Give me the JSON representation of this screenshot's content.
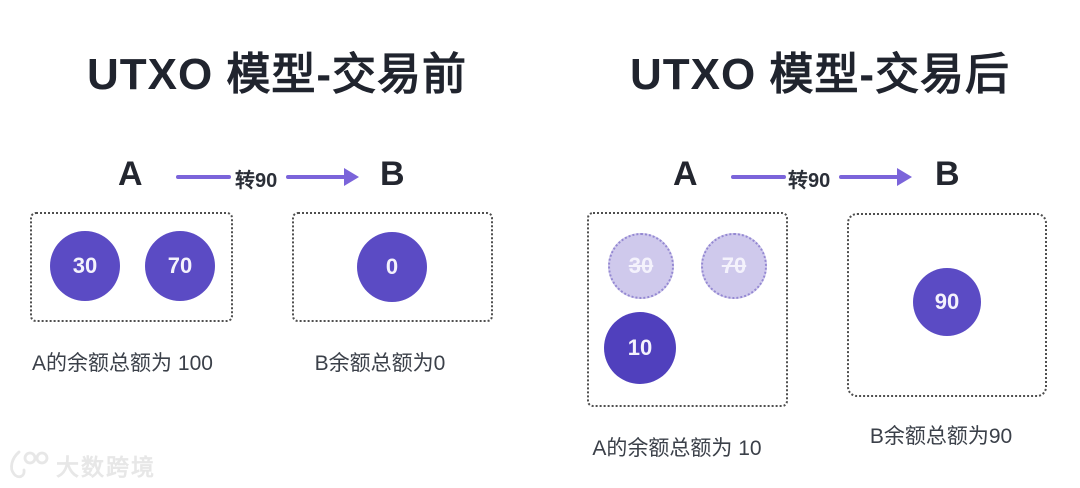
{
  "panels": [
    {
      "title": "UTXO 模型-交易前",
      "from_label": "A",
      "to_label": "B",
      "transfer_label": "转90",
      "from_caption": "A的余额总额为 100",
      "to_caption": "B余额总额为0",
      "from_utxos": [
        {
          "value": "30",
          "state": "unspent"
        },
        {
          "value": "70",
          "state": "unspent"
        }
      ],
      "to_utxos": [
        {
          "value": "0",
          "state": "unspent"
        }
      ]
    },
    {
      "title": "UTXO 模型-交易后",
      "from_label": "A",
      "to_label": "B",
      "transfer_label": "转90",
      "from_caption": "A的余额总额为 10",
      "to_caption": "B余额总额为90",
      "from_utxos": [
        {
          "value": "30",
          "state": "spent"
        },
        {
          "value": "70",
          "state": "spent"
        },
        {
          "value": "10",
          "state": "new-change"
        }
      ],
      "to_utxos": [
        {
          "value": "90",
          "state": "new"
        }
      ]
    }
  ],
  "watermark": {
    "text": "大数跨境",
    "logo": "100"
  },
  "colors": {
    "utxo_solid": "#5b4bc4",
    "utxo_solid_dark": "#5040bd",
    "utxo_spent_fill": "#cfc9ec",
    "utxo_spent_border": "#9488d2",
    "arrow": "#7b64da",
    "title_text": "#20242e",
    "caption_text": "#3b4049",
    "box_border": "#4f4f4f",
    "watermark": "#e7e7e7"
  }
}
